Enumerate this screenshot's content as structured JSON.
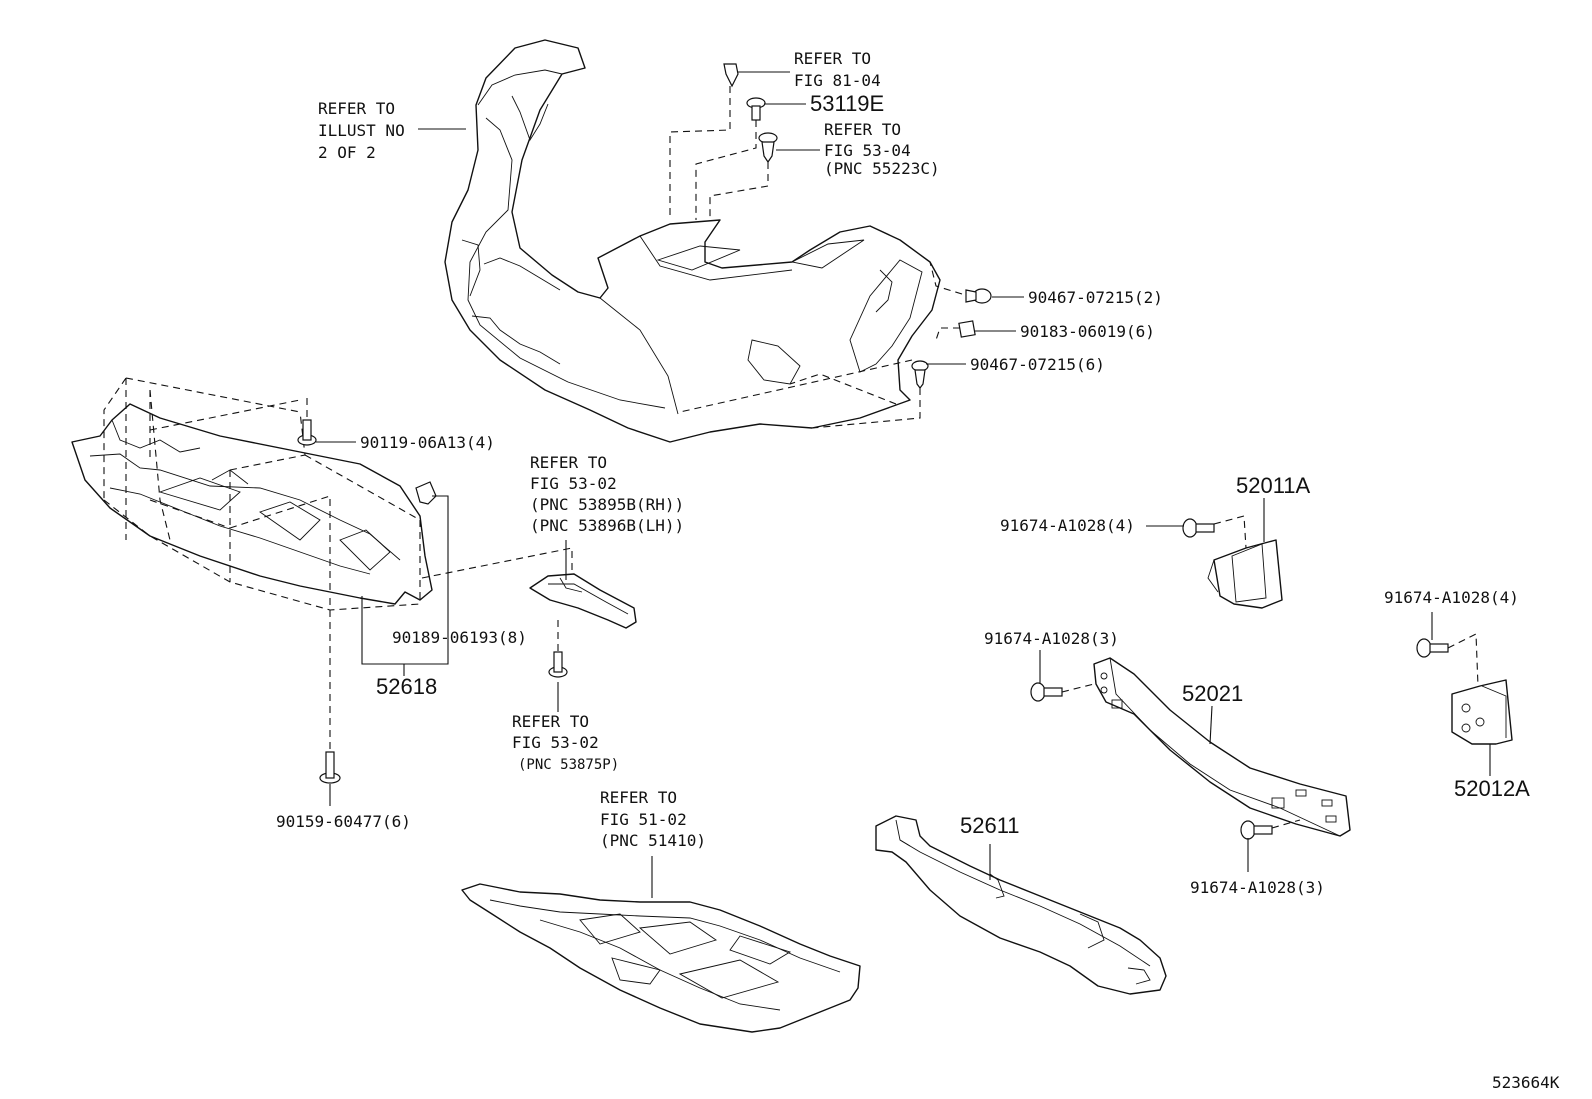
{
  "callouts": {
    "refer_illust": [
      "REFER TO",
      "ILLUST NO",
      "2 OF 2"
    ],
    "refer_fig_81_04": [
      "REFER TO",
      "FIG 81-04"
    ],
    "p53119e": "53119E",
    "refer_fig_53_04": [
      "REFER TO",
      "FIG 53-04",
      "(PNC 55223C)"
    ],
    "p90467_2": "90467-07215(2)",
    "p90183": "90183-06019(6)",
    "p90467_6": "90467-07215(6)",
    "p90119": "90119-06A13(4)",
    "refer_fig_53_02_a": [
      "REFER TO",
      "FIG 53-02",
      "(PNC 53895B(RH))",
      "(PNC 53896B(LH))"
    ],
    "p52011a": "52011A",
    "p91674_left_bracket": "91674-A1028(4)",
    "p91674_right_bracket": "91674-A1028(4)",
    "p91674_beam_top": "91674-A1028(3)",
    "p52021": "52021",
    "p90189": "90189-06193(8)",
    "p52618": "52618",
    "refer_fig_53_02_b": [
      "REFER TO",
      "FIG 53-02",
      "(PNC 53875P)"
    ],
    "p52012a": "52012A",
    "p90159": "90159-60477(6)",
    "refer_fig_51_02": [
      "REFER TO",
      "FIG 51-02",
      "(PNC 51410)"
    ],
    "p52611": "52611",
    "p91674_beam_bottom": "91674-A1028(3)",
    "diagram_code": "523664K"
  }
}
